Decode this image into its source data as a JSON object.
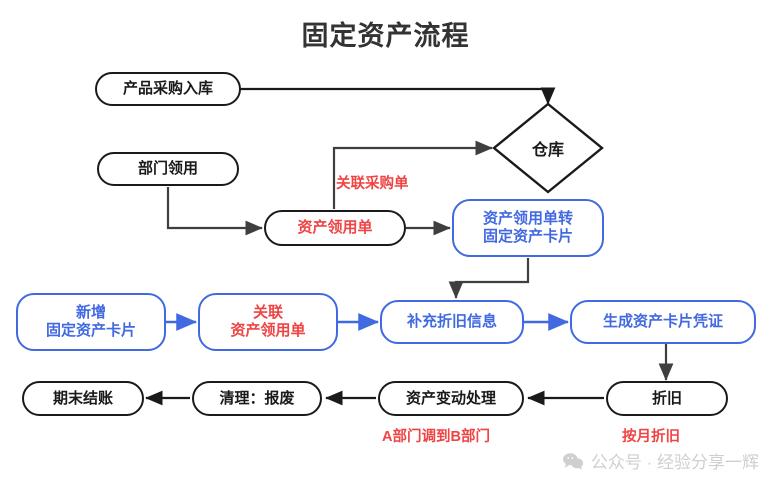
{
  "page": {
    "title": "固定资产流程",
    "title_color": "#333333",
    "background": "#ffffff"
  },
  "palette": {
    "black": "#1a1a1a",
    "blue": "#4169e1",
    "red": "#ef4444",
    "arrow_gray": "#3f3f3f",
    "watermark_gray": "#cfcfcf"
  },
  "nodes": {
    "purchase_inbound": {
      "label": "产品采购入库",
      "style": "black"
    },
    "warehouse": {
      "label": "仓库",
      "style": "diamond-black"
    },
    "dept_requisition": {
      "label": "部门领用",
      "style": "black"
    },
    "asset_requisition_form": {
      "label": "资产领用单",
      "style": "black-red-text"
    },
    "requisition_to_card": {
      "label": "资产领用单转\n固定资产卡片",
      "style": "blue"
    },
    "add_fixed_asset_card": {
      "label": "新增\n固定资产卡片",
      "style": "blue"
    },
    "link_asset_requisition": {
      "label": "关联\n资产领用单",
      "style": "blue-red-text"
    },
    "supplement_depreciation_info": {
      "label": "补充折旧信息",
      "style": "blue"
    },
    "generate_card_voucher": {
      "label": "生成资产卡片凭证",
      "style": "blue"
    },
    "depreciation": {
      "label": "折旧",
      "style": "black"
    },
    "asset_change_handling": {
      "label": "资产变动处理",
      "style": "black"
    },
    "disposal_scrap": {
      "label": "清理：报废",
      "style": "black"
    },
    "period_end_closing": {
      "label": "期末结账",
      "style": "black"
    }
  },
  "edge_labels": {
    "link_purchase_order": "关联采购单",
    "dept_a_to_dept_b": "A部门调到B部门",
    "monthly_depreciation": "按月折旧"
  },
  "watermark": {
    "icon": "wechat-icon",
    "text": "公众号 · 经验分享一辉"
  }
}
